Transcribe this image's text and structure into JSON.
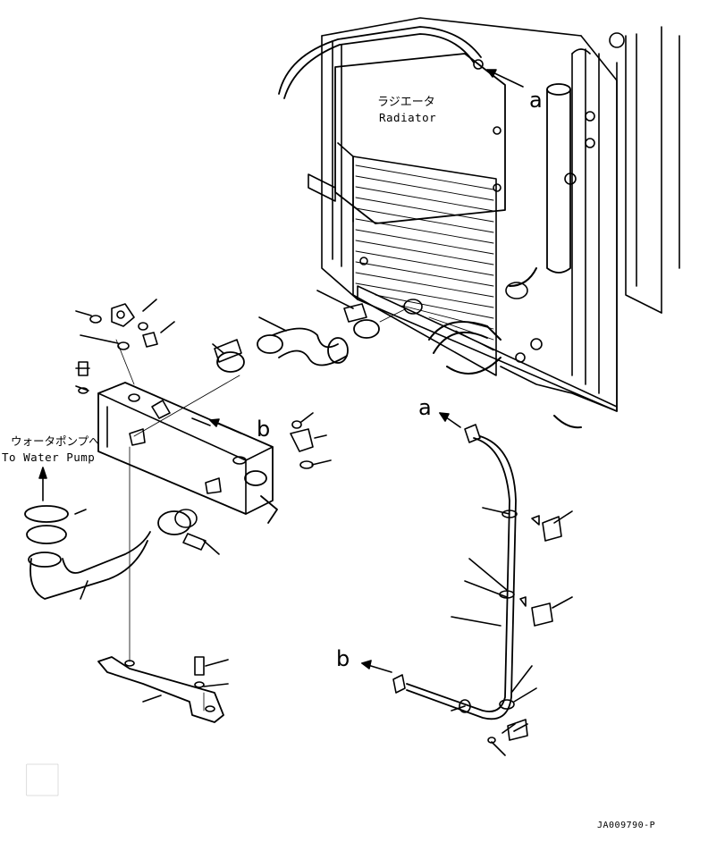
{
  "radiator": {
    "label_jp": "ラジエータ",
    "label_en": "Radiator"
  },
  "water_pump": {
    "label_jp": "ウォータポンプへ",
    "label_en": "To Water Pump"
  },
  "reference_marks": {
    "a_top": "a",
    "a_pipe": "a",
    "b_cooler": "b",
    "b_pipe": "b"
  },
  "drawing_code": "JA009790-P",
  "colors": {
    "line": "#000000",
    "background": "#ffffff"
  }
}
